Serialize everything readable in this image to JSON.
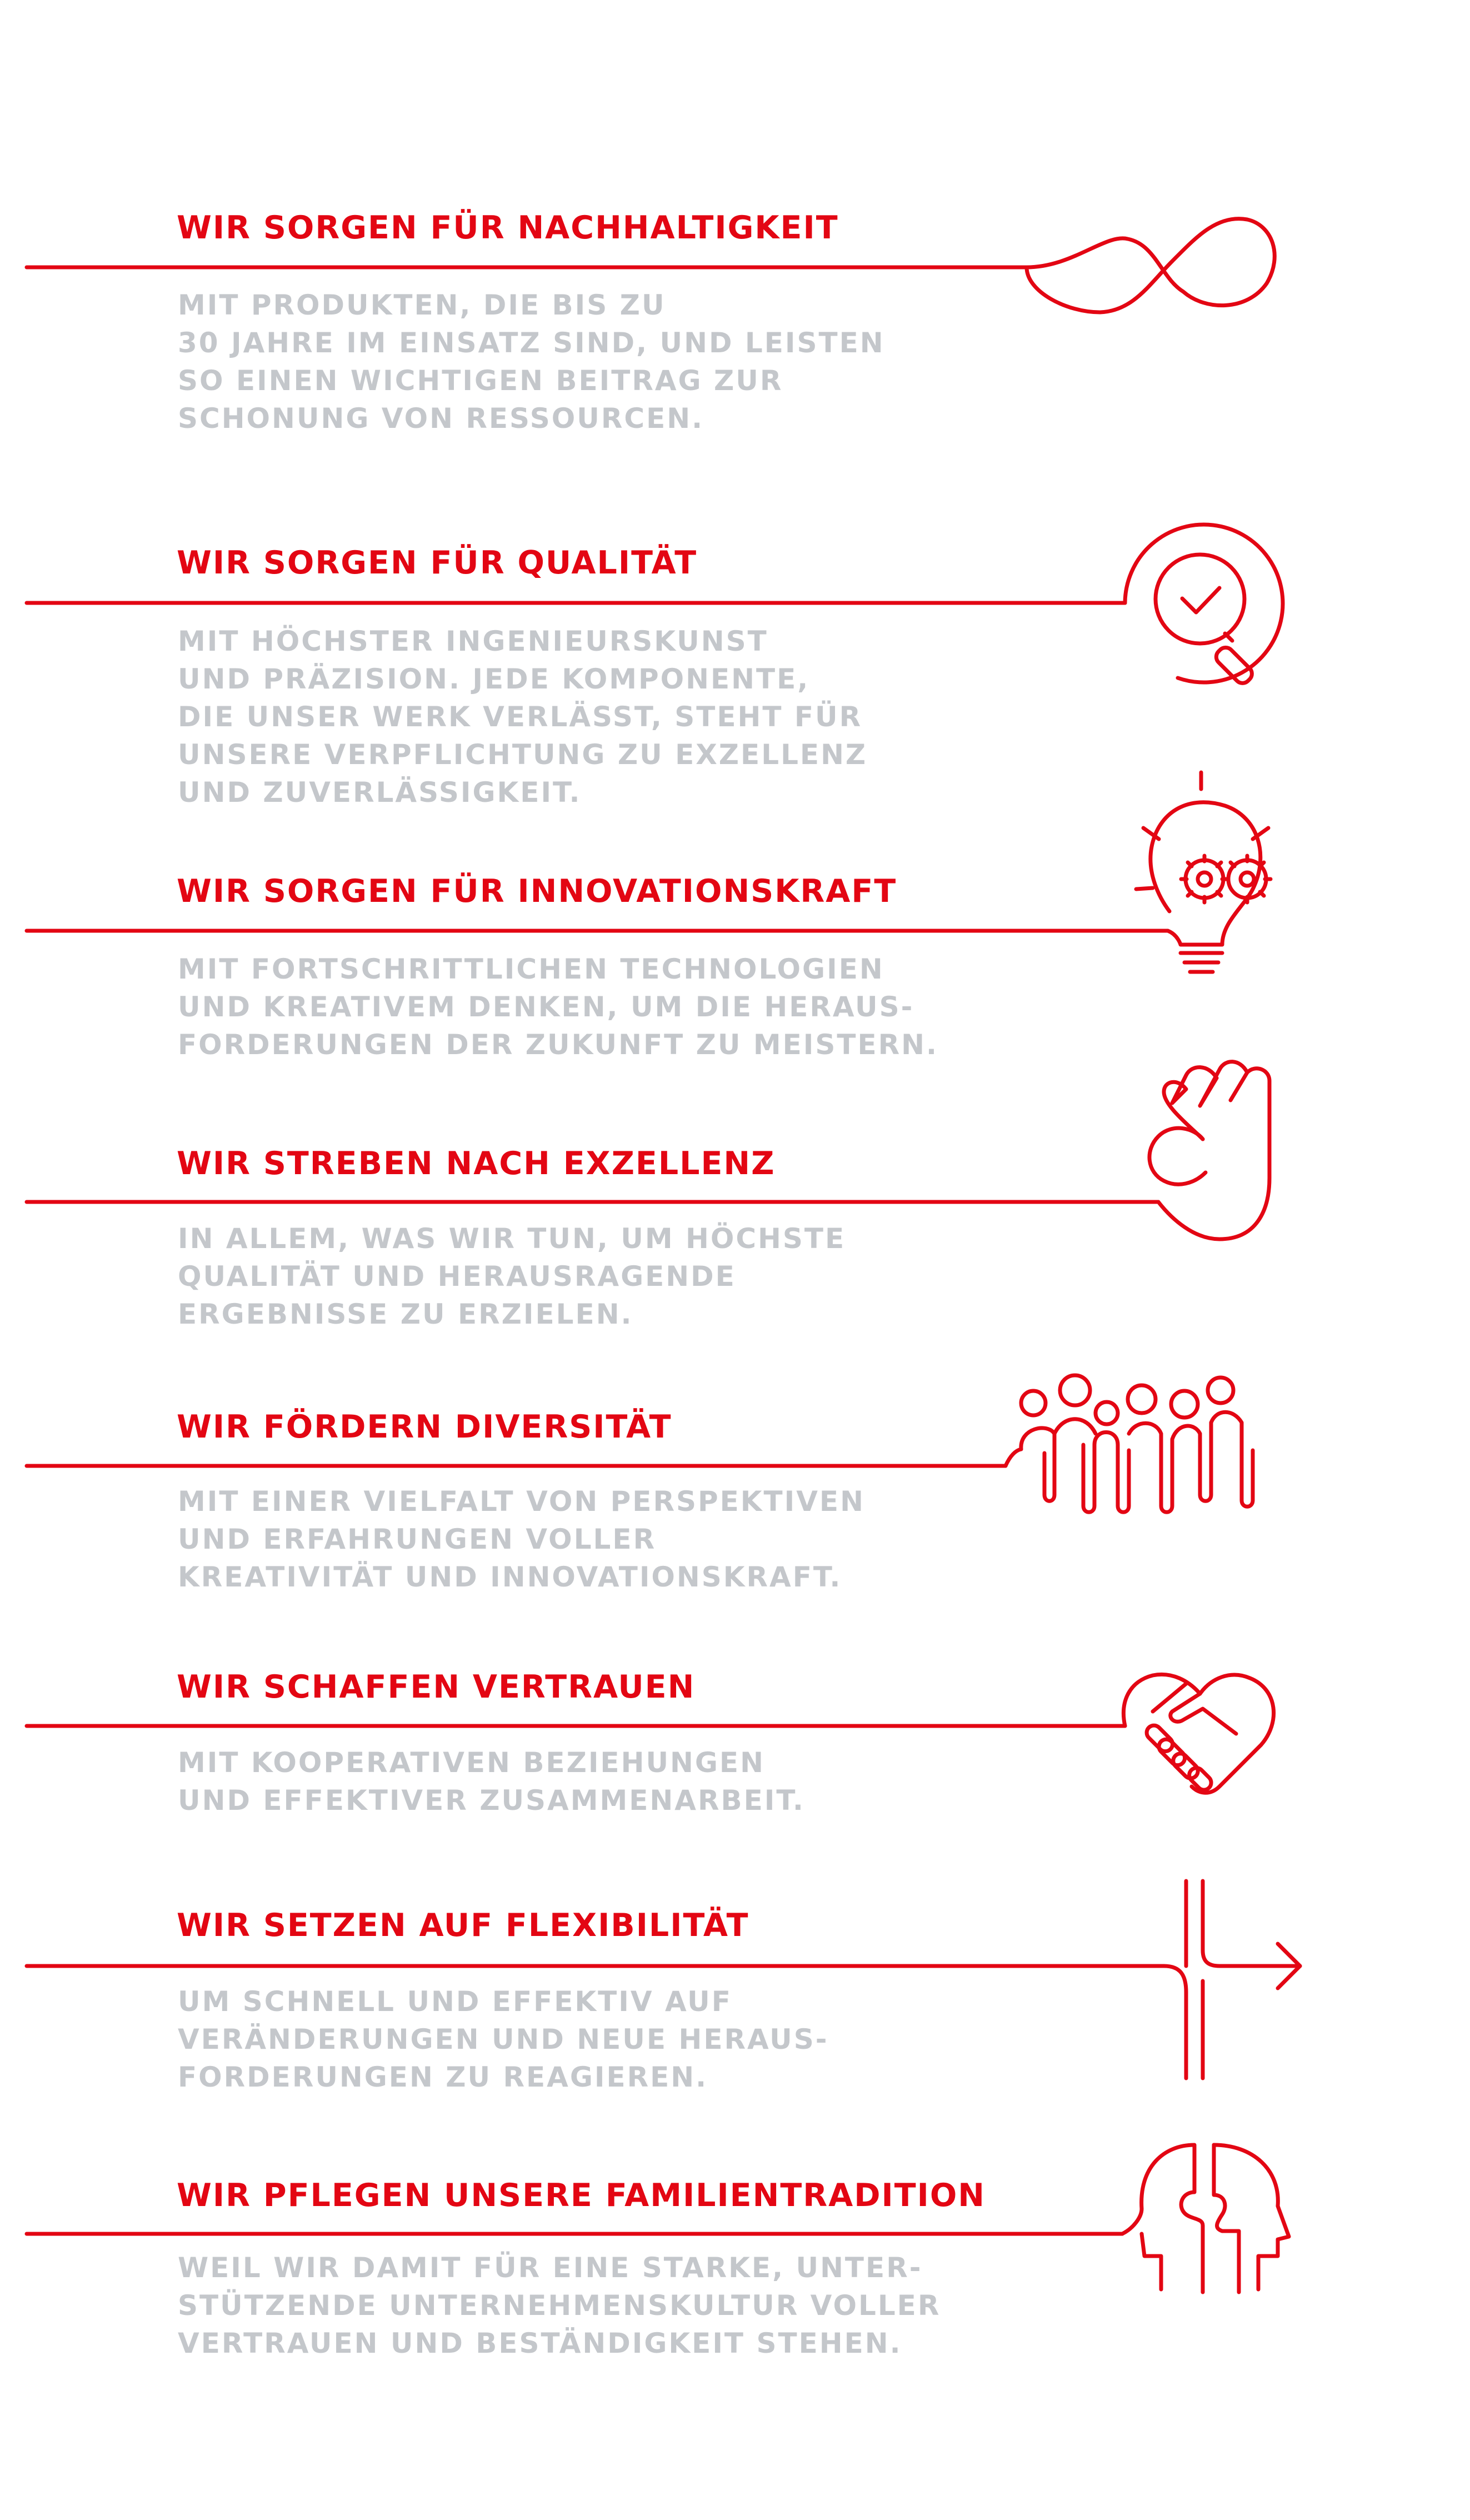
{
  "colors": {
    "accent": "#e30613",
    "body_text": "#c4c7cb",
    "background": "#ffffff"
  },
  "values": [
    {
      "heading": "WIR SORGEN FÜR NACHHALTIGKEIT",
      "text": "MIT PRODUKTEN, DIE BIS ZU\n30 JAHRE IM EINSATZ SIND, UND LEISTEN\nSO EINEN WICHTIGEN BEITRAG ZUR\nSCHONUNG VON RESSOURCEN.",
      "icon": "infinity-icon"
    },
    {
      "heading": "WIR SORGEN FÜR QUALITÄT",
      "text": "MIT HÖCHSTER INGENIEURSKUNST\nUND PRÄZISION. JEDE KOMPONENTE,\nDIE UNSER WERK VERLÄSST, STEHT FÜR\nUNSERE VERPFLICHTUNG ZU EXZELLENZ\nUND ZUVERLÄSSIGKEIT.",
      "icon": "magnifier-check-icon"
    },
    {
      "heading": "WIR SORGEN FÜR INNOVATIONSKRAFT",
      "text": "MIT FORTSCHRITTLICHEN TECHNOLOGIEN\nUND KREATIVEM DENKEN, UM DIE HERAUS-\nFORDERUNGEN DER ZUKUNFT ZU MEISTERN.",
      "icon": "lightbulb-gears-icon"
    },
    {
      "heading": "WIR STREBEN NACH EXZELLENZ",
      "text": "IN ALLEM, WAS WIR TUN, UM HÖCHSTE\nQUALITÄT UND HERAUSRAGENDE\nERGEBNISSE ZU ERZIELEN.",
      "icon": "ok-hand-icon"
    },
    {
      "heading": "WIR FÖRDERN DIVERSITÄT",
      "text": "MIT EINER VIELFALT VON PERSPEKTIVEN\nUND ERFAHRUNGEN VOLLER\nKREATIVITÄT UND INNOVATIONSKRAFT.",
      "icon": "people-group-icon"
    },
    {
      "heading": "WIR SCHAFFEN  VERTRAUEN",
      "text": "MIT KOOPERATIVEN BEZIEHUNGEN\nUND EFFEKTIVER ZUSAMMENARBEIT.",
      "icon": "handshake-heart-icon"
    },
    {
      "heading": "WIR SETZEN AUF FLEXIBILITÄT",
      "text": "UM SCHNELL UND EFFEKTIV AUF\nVERÄNDERUNGEN UND NEUE HERAUS-\nFORDERUNGEN ZU REAGIEREN.",
      "icon": "branch-arrow-icon"
    },
    {
      "heading": "WIR PFLEGEN UNSERE FAMILIENTRADITION",
      "text": "WEIL WIR DAMIT FÜR EINE STARKE, UNTER-\nSTÜTZENDE UNTERNEHMENSKULTUR VOLLER\nVERTRAUEN UND BESTÄNDIGKEIT STEHEN.",
      "icon": "puzzle-heads-icon"
    }
  ]
}
